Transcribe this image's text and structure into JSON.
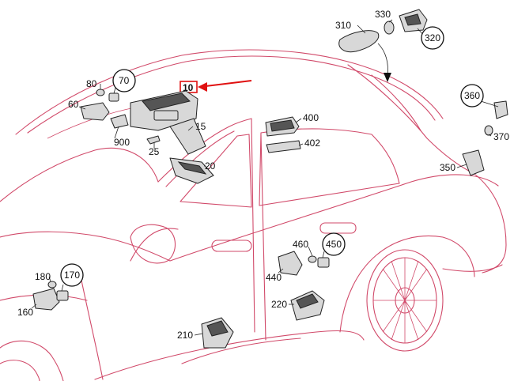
{
  "colors": {
    "car_outline": "#d14a6a",
    "highlight": "#e01010",
    "part_fill": "#d8d8d8",
    "text": "#111111"
  },
  "highlight": {
    "label": "10"
  },
  "callouts": [
    {
      "id": "c310",
      "text": "310"
    },
    {
      "id": "c330",
      "text": "330"
    },
    {
      "id": "c320",
      "text": "320"
    },
    {
      "id": "c80",
      "text": "80"
    },
    {
      "id": "c70",
      "text": "70"
    },
    {
      "id": "c60",
      "text": "60"
    },
    {
      "id": "c900",
      "text": "900"
    },
    {
      "id": "c15",
      "text": "15"
    },
    {
      "id": "c25",
      "text": "25"
    },
    {
      "id": "c20",
      "text": "20"
    },
    {
      "id": "c400",
      "text": "400"
    },
    {
      "id": "c402",
      "text": "402"
    },
    {
      "id": "c360",
      "text": "360"
    },
    {
      "id": "c370",
      "text": "370"
    },
    {
      "id": "c350",
      "text": "350"
    },
    {
      "id": "c460",
      "text": "460"
    },
    {
      "id": "c450",
      "text": "450"
    },
    {
      "id": "c440",
      "text": "440"
    },
    {
      "id": "c220",
      "text": "220"
    },
    {
      "id": "c210",
      "text": "210"
    },
    {
      "id": "c180",
      "text": "180"
    },
    {
      "id": "c170",
      "text": "170"
    },
    {
      "id": "c160",
      "text": "160"
    }
  ]
}
